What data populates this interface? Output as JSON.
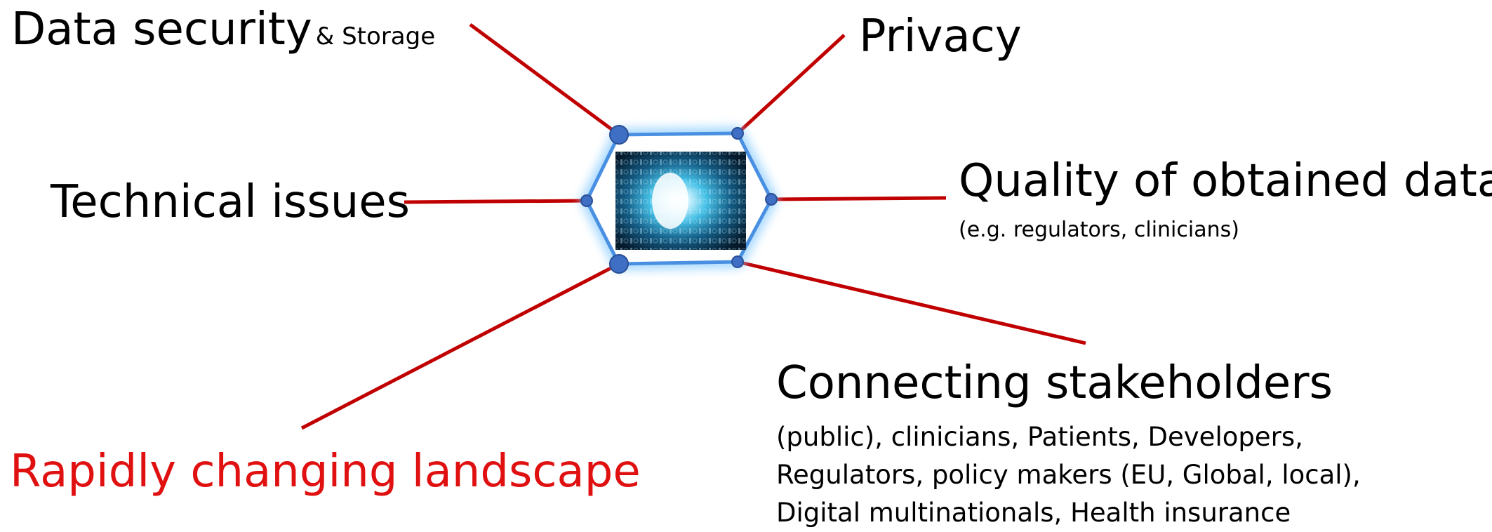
{
  "colors": {
    "connector": "#c00000",
    "hexagon": "#4a90e2",
    "node": "#3f6fc4",
    "highlight": "#e01010"
  },
  "center": {
    "icon": "binary-data-tunnel-image"
  },
  "labels": {
    "data_security_main": "Data security",
    "data_security_sub": "& Storage",
    "privacy": "Privacy",
    "technical": "Technical issues",
    "quality_main": "Quality of obtained data",
    "quality_sub": "(e.g. regulators, clinicians)",
    "connecting_main": "Connecting stakeholders",
    "connecting_lines": [
      "(public), clinicians, Patients, Developers,",
      "Regulators, policy makers (EU, Global, local),",
      "Digital multinationals, Health insurance"
    ],
    "rapidly": "Rapidly changing landscape"
  }
}
